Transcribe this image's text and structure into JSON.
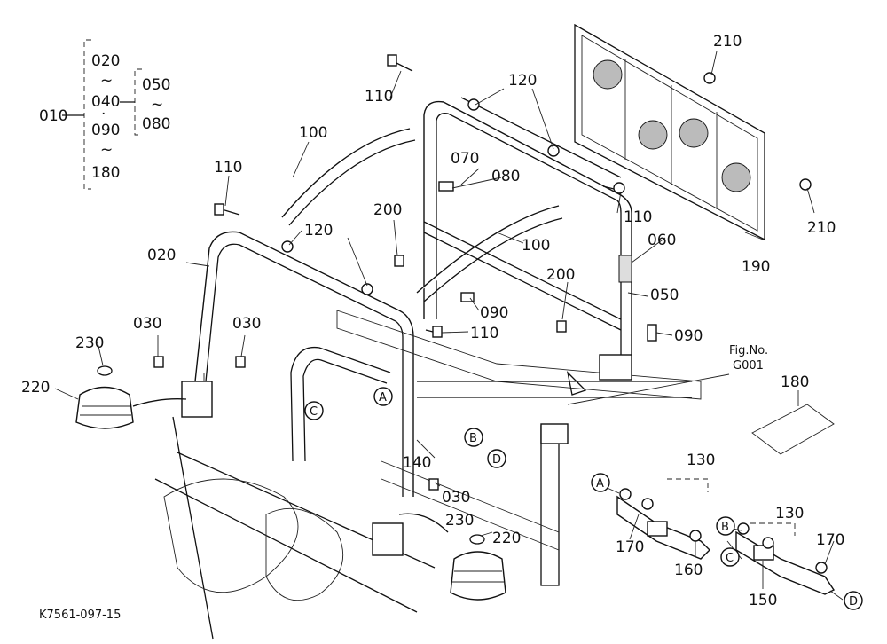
{
  "diagram": {
    "figure_id": "K7561-097-15",
    "fig_ref_line1": "Fig.No.",
    "fig_ref_line2": "G001",
    "bracket": {
      "root": "010",
      "g1_top": "020",
      "g1_mid": "040",
      "g1_mid2": "090",
      "g1_bot": "180",
      "g2_top": "050",
      "g2_bot": "080",
      "tilde": "~",
      "dot": "·"
    },
    "parts": {
      "p210a": "210",
      "p210b": "210",
      "p110a": "110",
      "p110b": "110",
      "p110c": "110",
      "p110d": "110",
      "p120a": "120",
      "p120b": "120",
      "p100a": "100",
      "p100b": "100",
      "p070": "070",
      "p080": "080",
      "p200a": "200",
      "p200b": "200",
      "p060": "060",
      "p050": "050",
      "p190": "190",
      "p020": "020",
      "p090a": "090",
      "p090b": "090",
      "p030a": "030",
      "p030b": "030",
      "p030c": "030",
      "p230a": "230",
      "p230b": "230",
      "p220a": "220",
      "p220b": "220",
      "p180": "180",
      "p140": "140",
      "p130a": "130",
      "p130b": "130",
      "p170a": "170",
      "p170b": "170",
      "p160": "160",
      "p150": "150"
    },
    "callouts": {
      "A": "A",
      "B": "B",
      "C": "C",
      "D": "D"
    }
  }
}
